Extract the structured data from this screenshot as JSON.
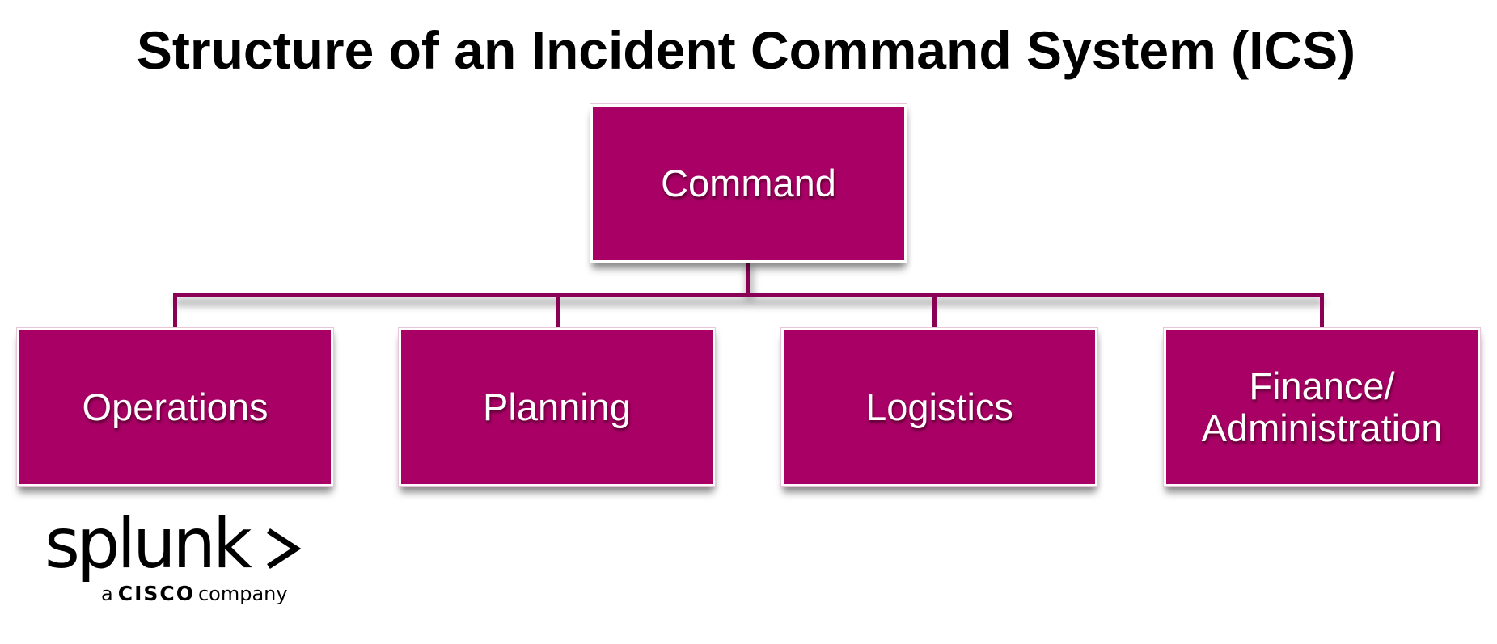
{
  "title": "Structure of an Incident Command System (ICS)",
  "colors": {
    "node_fill": "#a80065",
    "node_border": "#ffffff",
    "connector": "#8a0055",
    "node_text": "#ffffff",
    "title_text": "#000000"
  },
  "org_chart": {
    "root": {
      "label": "Command"
    },
    "children": [
      {
        "label": "Operations"
      },
      {
        "label": "Planning"
      },
      {
        "label": "Logistics"
      },
      {
        "label": "Finance/\nAdministration"
      }
    ]
  },
  "logo": {
    "wordmark": "splunk",
    "chevron_icon": "chevron-right-icon",
    "tagline_prefix": "a",
    "tagline_brand": "CISCO",
    "tagline_suffix": "company"
  }
}
